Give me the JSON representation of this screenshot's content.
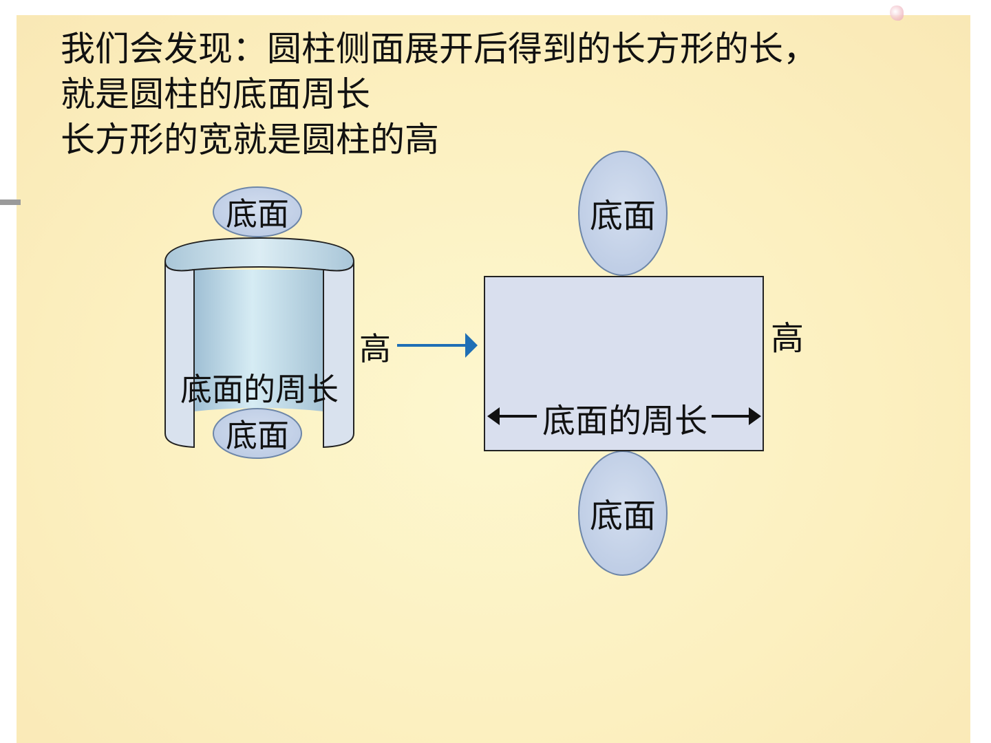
{
  "text": {
    "line1": "我们会发现：圆柱侧面展开后得到的长方形的长，",
    "line2": "就是圆柱的底面周长",
    "line3": "长方形的宽就是圆柱的高"
  },
  "cylinder": {
    "top_base_label": "底面",
    "bottom_base_label": "底面",
    "circumference_label": "底面的周长",
    "height_label": "高"
  },
  "net": {
    "top_base_label": "底面",
    "bottom_base_label": "底面",
    "length_label": "底面的周长",
    "height_label": "高"
  },
  "colors": {
    "base_fill": "#c9d7ec",
    "rect_fill": "#d9dfee",
    "outline": "#6d86a8",
    "arrow": "#1f6fb5"
  }
}
